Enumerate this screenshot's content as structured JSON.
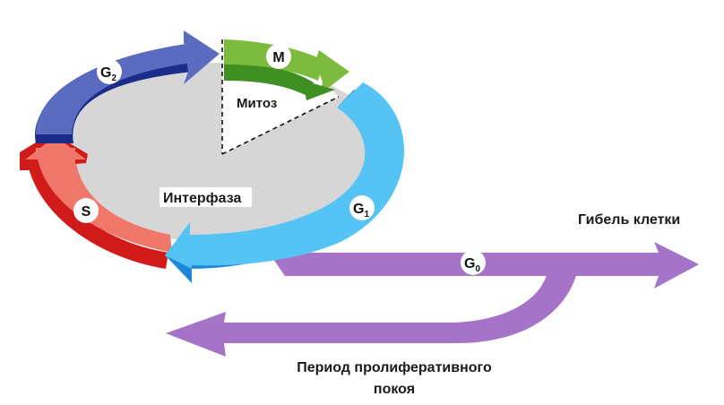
{
  "labels": {
    "phase_g2": "G",
    "phase_g2_sub": "2",
    "phase_m": "M",
    "phase_s": "S",
    "phase_g1": "G",
    "phase_g1_sub": "1",
    "phase_g0": "G",
    "phase_g0_sub": "0",
    "mitosis": "Митоз",
    "interphase": "Интерфаза",
    "cell_death": "Гибель клетки",
    "quiescence_line1": "Период пролиферативного",
    "quiescence_line2": "покоя"
  },
  "colors": {
    "g2": "#5a6bc0",
    "g2_dark": "#1d2b8a",
    "m": "#7dbb3e",
    "m_dark": "#3f8f22",
    "g1": "#55c4f5",
    "g1_dark": "#1f86d6",
    "s": "#f0786a",
    "s_dark": "#d11a1a",
    "g0": "#a573c8",
    "interior": "#d6d6d6"
  }
}
